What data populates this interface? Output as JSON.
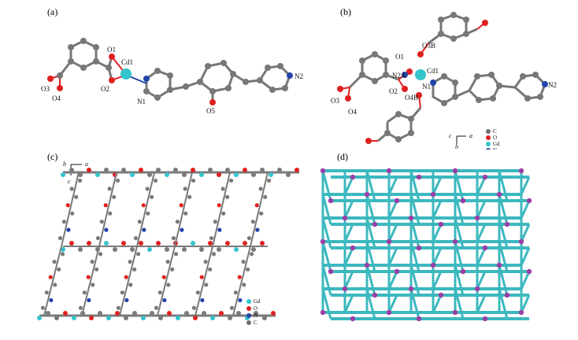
{
  "figure": {
    "panels": [
      {
        "id": "a",
        "label": "(a)"
      },
      {
        "id": "b",
        "label": "(b)"
      },
      {
        "id": "c",
        "label": "(c)"
      },
      {
        "id": "d",
        "label": "(d)"
      }
    ],
    "panel_a_atoms": [
      "O1",
      "Cd1",
      "O2",
      "N1",
      "O3",
      "O4",
      "O5",
      "N2"
    ],
    "panel_b_atoms": [
      "O3B",
      "O1",
      "Cd1",
      "N2A",
      "N1",
      "O2",
      "O4B",
      "O3",
      "O4",
      "N2"
    ],
    "axes_b": [
      "c",
      "a",
      "b"
    ],
    "axes_c": [
      "b",
      "a",
      "c"
    ],
    "legend_b": [
      {
        "label": "C",
        "color": "#6f6f6f"
      },
      {
        "label": "O",
        "color": "#e02020"
      },
      {
        "label": "Gd",
        "color": "#33c4cc"
      },
      {
        "label": "N",
        "color": "#2244aa"
      }
    ],
    "legend_c": [
      {
        "label": "Gd",
        "color": "#33c4cc"
      },
      {
        "label": "O",
        "color": "#e02020"
      },
      {
        "label": "N",
        "color": "#2244aa"
      },
      {
        "label": "C",
        "color": "#6f6f6f"
      }
    ],
    "colors": {
      "carbon": "#7a7a7a",
      "oxygen": "#e02020",
      "metal": "#33c4cc",
      "nitrogen": "#2244aa",
      "net_rod": "#3cb8bf",
      "net_node": "#9b3fa8"
    }
  }
}
